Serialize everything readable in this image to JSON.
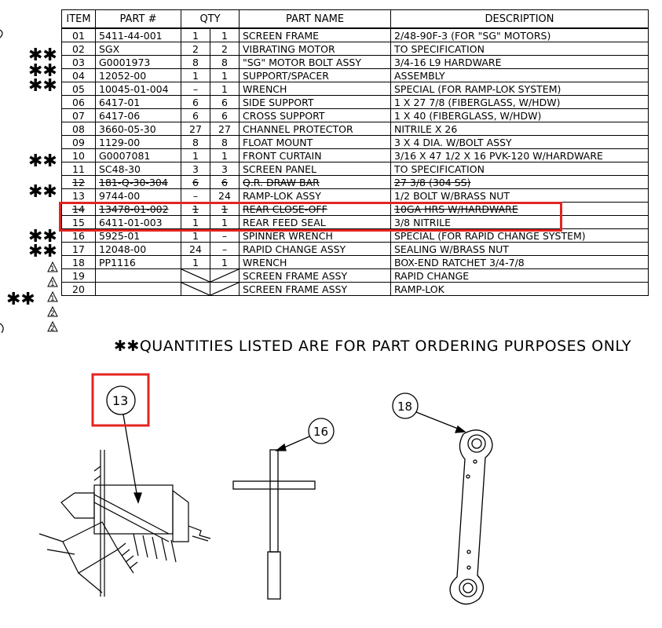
{
  "table": {
    "headers": {
      "item": "ITEM",
      "part": "PART #",
      "qty": "QTY",
      "name": "PART NAME",
      "desc": "DESCRIPTION"
    },
    "rows": [
      {
        "item": "01",
        "part": "5411-44-001",
        "q1": "1",
        "q2": "1",
        "name": "SCREEN FRAME",
        "desc": "2/48-90F-3 (FOR \"SG\" MOTORS)"
      },
      {
        "item": "02",
        "part": "SGX",
        "q1": "2",
        "q2": "2",
        "name": "VIBRATING MOTOR",
        "desc": "TO SPECIFICATION"
      },
      {
        "item": "03",
        "part": "G0001973",
        "q1": "8",
        "q2": "8",
        "name": "\"SG\" MOTOR BOLT ASSY",
        "desc": "3/4-16 L9 HARDWARE"
      },
      {
        "item": "04",
        "part": "12052-00",
        "q1": "1",
        "q2": "1",
        "name": "SUPPORT/SPACER",
        "desc": "ASSEMBLY"
      },
      {
        "item": "05",
        "part": "10045-01-004",
        "q1": "–",
        "q2": "1",
        "name": "WRENCH",
        "desc": "SPECIAL (FOR RAMP-LOK SYSTEM)"
      },
      {
        "item": "06",
        "part": "6417-01",
        "q1": "6",
        "q2": "6",
        "name": "SIDE SUPPORT",
        "desc": "1 X 27 7/8 (FIBERGLASS, W/HDW)"
      },
      {
        "item": "07",
        "part": "6417-06",
        "q1": "6",
        "q2": "6",
        "name": "CROSS SUPPORT",
        "desc": "1 X 40 (FIBERGLASS, W/HDW)"
      },
      {
        "item": "08",
        "part": "3660-05-30",
        "q1": "27",
        "q2": "27",
        "name": "CHANNEL PROTECTOR",
        "desc": "NITRILE X 26"
      },
      {
        "item": "09",
        "part": "1129-00",
        "q1": "8",
        "q2": "8",
        "name": "FLOAT MOUNT",
        "desc": "3 X 4 DIA. W/BOLT ASSY"
      },
      {
        "item": "10",
        "part": "G0007081",
        "q1": "1",
        "q2": "1",
        "name": "FRONT CURTAIN",
        "desc": "3/16 X 47 1/2 X 16 PVK-120 W/HARDWARE"
      },
      {
        "item": "11",
        "part": "SC48-30",
        "q1": "3",
        "q2": "3",
        "name": "SCREEN PANEL",
        "desc": "TO SPECIFICATION"
      },
      {
        "item": "12",
        "part": "181-Q-30-304",
        "q1": "6",
        "q2": "6",
        "name": "Q.R. DRAW BAR",
        "desc": "27 3/8 (304 SS)"
      },
      {
        "item": "13",
        "part": "9744-00",
        "q1": "–",
        "q2": "24",
        "name": "RAMP-LOK ASSY",
        "desc": "1/2 BOLT W/BRASS NUT"
      },
      {
        "item": "14",
        "part": "13478-01-002",
        "q1": "1",
        "q2": "1",
        "name": "REAR CLOSE-OFF",
        "desc": "10GA HRS W/HARDWARE"
      },
      {
        "item": "15",
        "part": "6411-01-003",
        "q1": "1",
        "q2": "1",
        "name": "REAR FEED SEAL",
        "desc": "3/8 NITRILE"
      },
      {
        "item": "16",
        "part": "5925-01",
        "q1": "1",
        "q2": "–",
        "name": "SPINNER WRENCH",
        "desc": "SPECIAL (FOR RAPID CHANGE SYSTEM)"
      },
      {
        "item": "17",
        "part": "12048-00",
        "q1": "24",
        "q2": "–",
        "name": "RAPID CHANGE ASSY",
        "desc": "SEALING W/BRASS NUT"
      },
      {
        "item": "18",
        "part": "PP1116",
        "q1": "1",
        "q2": "1",
        "name": "WRENCH",
        "desc": "BOX-END RATCHET 3/4-7/8"
      },
      {
        "item": "19",
        "part": "",
        "q1": "",
        "q2": "",
        "name": "SCREEN FRAME ASSY",
        "desc": "RAPID CHANGE"
      },
      {
        "item": "20",
        "part": "",
        "q1": "",
        "q2": "",
        "name": "SCREEN FRAME ASSY",
        "desc": "RAMP-LOK"
      }
    ]
  },
  "note": "✱✱QUANTITIES LISTED ARE FOR PART ORDERING PURPOSES ONLY",
  "margin_marks": {
    "double_star": "✱✱",
    "rev1": "1",
    "rev2": "2"
  },
  "callouts": {
    "c13": "13",
    "c16": "16",
    "c18": "18"
  },
  "colors": {
    "highlight": "#e32520",
    "ink": "#000000"
  }
}
